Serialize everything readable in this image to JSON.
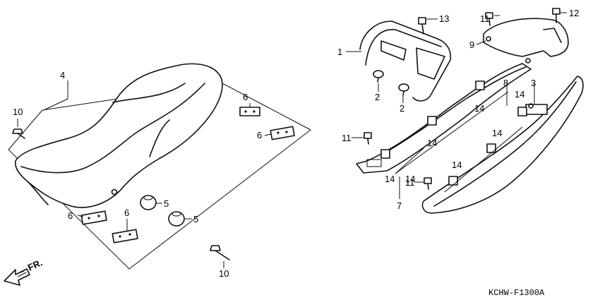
{
  "diagram": {
    "front_marker": "FR.",
    "diagram_code": "KCHW-F1300A",
    "callouts": {
      "c1": "1",
      "c2a": "2",
      "c2b": "2",
      "c3": "3",
      "c4": "4",
      "c5a": "5",
      "c5b": "5",
      "c6a": "6",
      "c6b": "6",
      "c6c": "6",
      "c6d": "6",
      "c7": "7",
      "c8": "8",
      "c9": "9",
      "c10a": "10",
      "c10b": "10",
      "c11a": "11",
      "c11b": "11",
      "c11c": "11",
      "c12": "12",
      "c13": "13",
      "c14a": "14",
      "c14b": "14",
      "c14c": "14",
      "c14d": "14",
      "c14e": "14",
      "c14f": "14",
      "c14g": "14"
    }
  }
}
